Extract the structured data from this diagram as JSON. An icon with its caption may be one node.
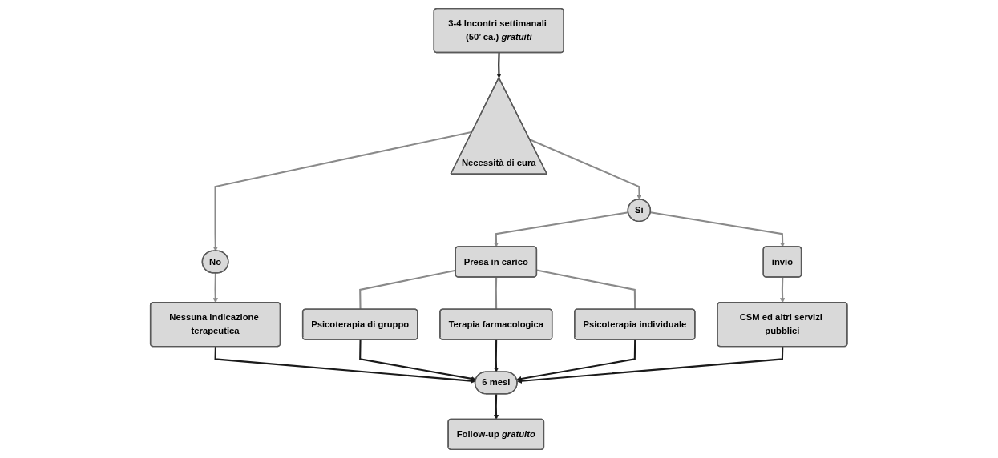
{
  "diagram": {
    "nodes": [
      {
        "text": [
          "3-4 Incontri settimanali (50’ ca.) *gratuiti*"
        ]
      },
      {
        "text": [
          "Necessità di cura"
        ]
      },
      {
        "text": [
          "No"
        ]
      },
      {
        "text": [
          "Si"
        ]
      },
      {
        "text": [
          "Nessuna indicazione terapeutica"
        ]
      },
      {
        "text": [
          "Presa in carico"
        ]
      },
      {
        "text": [
          "invio"
        ]
      },
      {
        "text": [
          "Psicoterapia di gruppo"
        ]
      },
      {
        "text": [
          "Terapia farmacologica"
        ]
      },
      {
        "text": [
          "Psicoterapia individuale"
        ]
      },
      {
        "text": [
          "CSM ed altri servizi pubblici"
        ]
      },
      {
        "text": [
          "6 mesi"
        ]
      },
      {
        "text": [
          "Follow-up *gratuito*"
        ]
      }
    ],
    "edges": [
      {
        "from": 0,
        "to": 1,
        "arrow": "to",
        "color": "#1a1a1a"
      },
      {
        "from": 1,
        "to": 2,
        "arrow": "to"
      },
      {
        "from": 1,
        "to": 3,
        "arrow": "to"
      },
      {
        "from": 2,
        "to": 4,
        "arrow": "to"
      },
      {
        "from": 3,
        "to": 5,
        "arrow": "to"
      },
      {
        "from": 3,
        "to": 6,
        "arrow": "to"
      },
      {
        "from": 5,
        "to": 7,
        "arrow": "none"
      },
      {
        "from": 5,
        "to": 8,
        "arrow": "none"
      },
      {
        "from": 5,
        "to": 9,
        "arrow": "none"
      },
      {
        "from": 6,
        "to": 10,
        "arrow": "to"
      },
      {
        "from": 4,
        "to": 11,
        "arrow": "to",
        "color": "#1a1a1a"
      },
      {
        "from": 7,
        "to": 11,
        "arrow": "to",
        "color": "#1a1a1a"
      },
      {
        "from": 8,
        "to": 11,
        "arrow": "to",
        "color": "#1a1a1a"
      },
      {
        "from": 9,
        "to": 11,
        "arrow": "to",
        "color": "#1a1a1a"
      },
      {
        "from": 10,
        "to": 11,
        "arrow": "to",
        "color": "#1a1a1a"
      },
      {
        "from": 11,
        "to": 12,
        "arrow": "to",
        "color": "#1a1a1a"
      }
    ]
  }
}
